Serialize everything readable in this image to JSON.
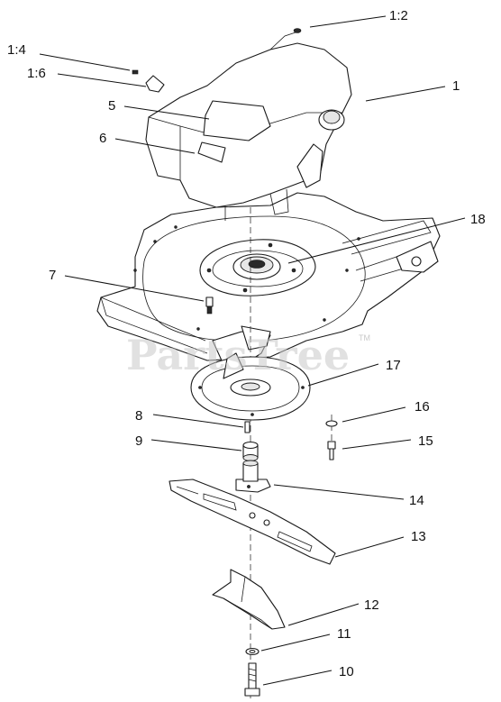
{
  "watermark": {
    "text": "PartsTree",
    "tm": "TM"
  },
  "callouts": {
    "c1_2": "1:2",
    "c1_4": "1:4",
    "c1_6": "1:6",
    "c1": "1",
    "c5": "5",
    "c6": "6",
    "c18": "18",
    "c7": "7",
    "c17": "17",
    "c8": "8",
    "c16": "16",
    "c9": "9",
    "c15": "15",
    "c14": "14",
    "c13": "13",
    "c12": "12",
    "c11": "11",
    "c10": "10"
  }
}
